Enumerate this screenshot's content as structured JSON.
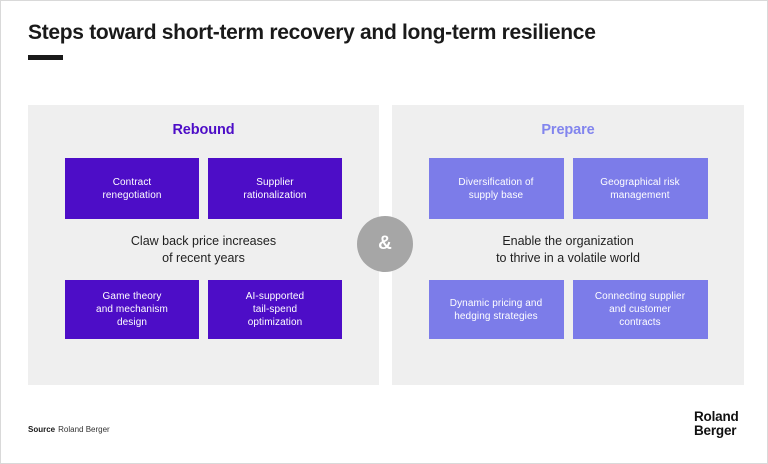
{
  "page": {
    "title": "Steps toward short-term recovery and long-term resilience",
    "connector_symbol": "&"
  },
  "colors": {
    "rebound_accent": "#4d0dc7",
    "prepare_accent": "#8285ee",
    "prepare_box": "#7c7ce9",
    "panel_background": "#efefef",
    "connector_gray": "#a6a6a6",
    "text_dark": "#1a1a1a"
  },
  "panels": [
    {
      "title": "Rebound",
      "subtitle": "Claw back price increases\nof recent years",
      "boxes": [
        "Contract\nrenegotiation",
        "Supplier\nrationalization",
        "Game theory\nand mechanism\ndesign",
        "AI-supported\ntail-spend\noptimization"
      ]
    },
    {
      "title": "Prepare",
      "subtitle": "Enable the organization\nto thrive in a volatile world",
      "boxes": [
        "Diversification of\nsupply base",
        "Geographical risk\nmanagement",
        "Dynamic pricing and\nhedging strategies",
        "Connecting supplier\nand customer\ncontracts"
      ]
    }
  ],
  "footer": {
    "source_label": "Source",
    "source_text": "Roland Berger"
  },
  "logo": {
    "line1": "Roland",
    "line2": "Berger"
  }
}
